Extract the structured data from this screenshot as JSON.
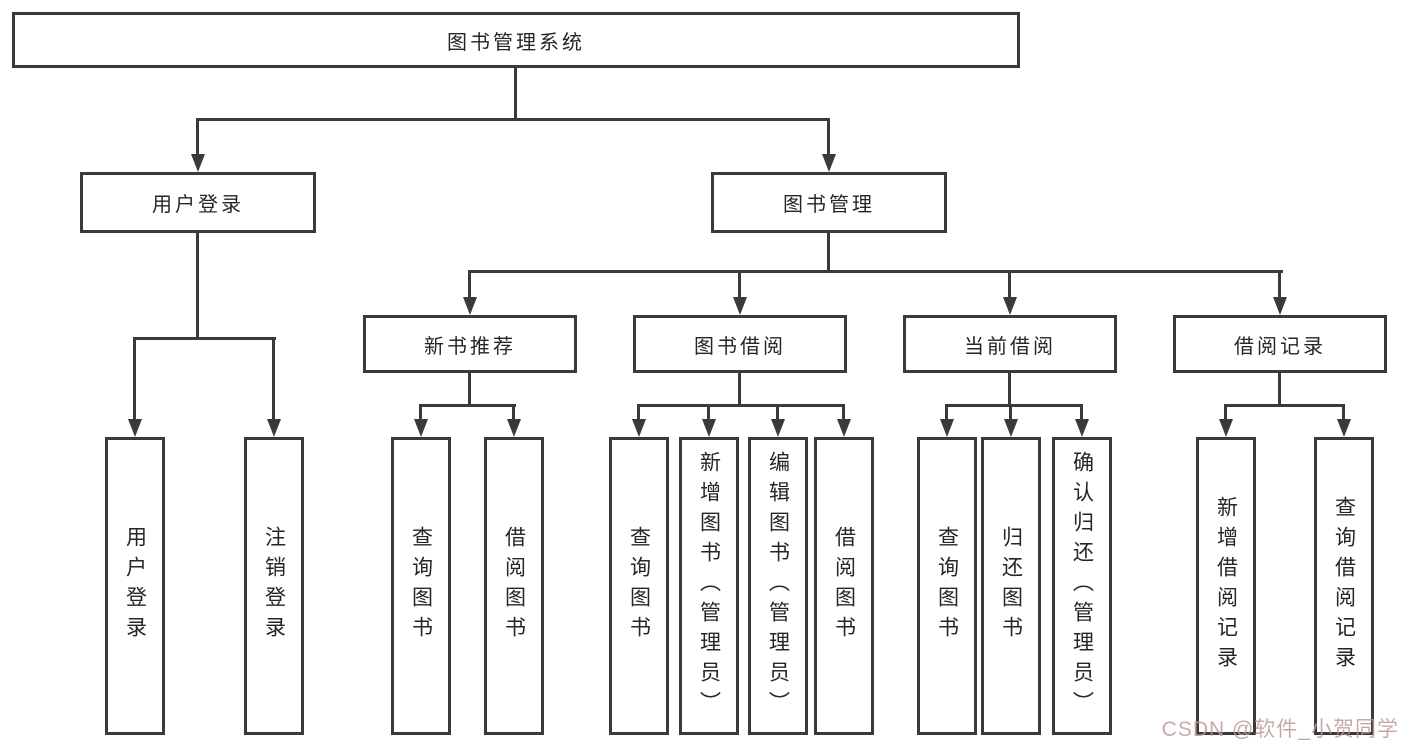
{
  "diagram": {
    "root": {
      "label": "图书管理系统"
    },
    "level2": [
      {
        "label": "用户登录"
      },
      {
        "label": "图书管理"
      }
    ],
    "level3": [
      {
        "label": "新书推荐"
      },
      {
        "label": "图书借阅"
      },
      {
        "label": "当前借阅"
      },
      {
        "label": "借阅记录"
      }
    ],
    "leaves": {
      "user_login": [
        "用户登录",
        "注销登录"
      ],
      "new_books": [
        "查询图书",
        "借阅图书"
      ],
      "book_borrow": [
        "查询图书",
        "新增图书（管理员）",
        "编辑图书（管理员）",
        "借阅图书"
      ],
      "current_borrow": [
        "查询图书",
        "归还图书",
        "确认归还（管理员）"
      ],
      "borrow_records": [
        "新增借阅记录",
        "查询借阅记录"
      ]
    }
  },
  "watermark": {
    "text": "CSDN @软件_小贺同学",
    "color": "#bb9b9b"
  },
  "colors": {
    "line": "#3a3a3a",
    "text": "#262626",
    "background": "#ffffff"
  }
}
